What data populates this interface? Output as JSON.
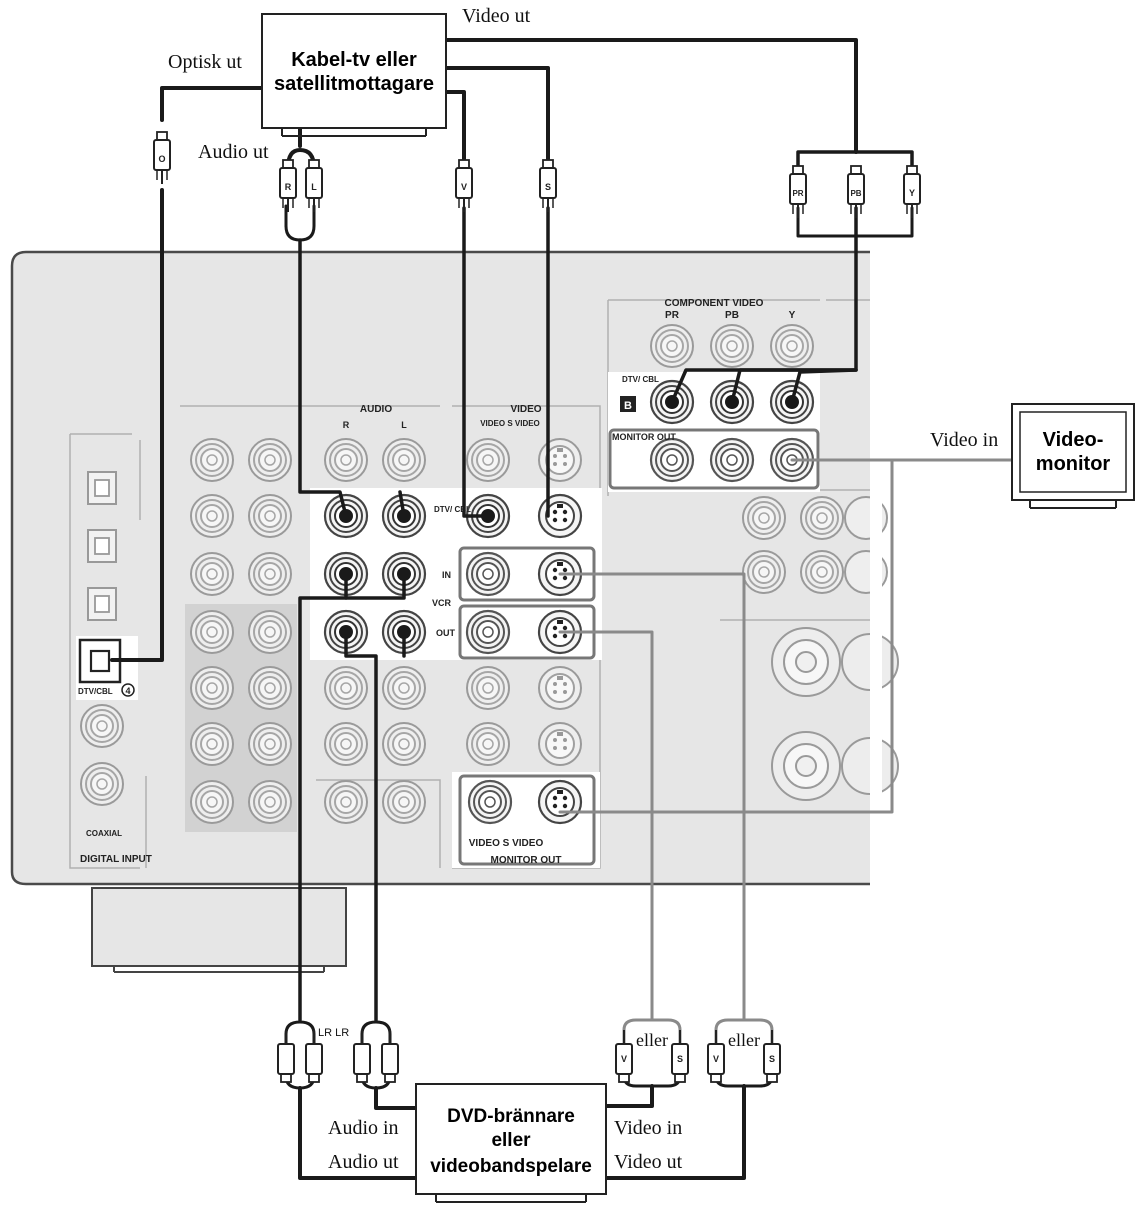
{
  "devices": {
    "source": {
      "line1": "Kabel-tv eller",
      "line2": "satellitmottagare"
    },
    "monitor": {
      "line1": "Video-",
      "line2": "monitor"
    },
    "recorder": {
      "line1": "DVD-brännare",
      "line2": "eller",
      "line3": "videobandspelare"
    }
  },
  "labels": {
    "video_out_top": "Video ut",
    "optical_out": "Optisk ut",
    "audio_out_top": "Audio ut",
    "video_in_monitor": "Video in",
    "audio_in_bottom": "Audio in",
    "audio_out_bottom": "Audio ut",
    "video_in_bottom": "Video in",
    "video_out_bottom": "Video ut",
    "eller": "eller",
    "lr": "LR LR"
  },
  "plugs": {
    "optical": "O",
    "right": "R",
    "left": "L",
    "video": "V",
    "svideo": "S",
    "pr": "PR",
    "pb": "PB",
    "y": "Y"
  },
  "panel": {
    "component_video": "COMPONENT VIDEO",
    "pr": "PR",
    "pb": "PB",
    "y": "Y",
    "dtv_cbl": "DTV/ CBL",
    "b_mark": "B",
    "monitor_out": "MONITOR OUT",
    "audio": "AUDIO",
    "audio_r": "R",
    "audio_l": "L",
    "video": "VIDEO",
    "video_svideo": "VIDEO S VIDEO",
    "dtv_cbl_row": "DTV/ CBL",
    "in": "IN",
    "vcr": "VCR",
    "out": "OUT",
    "coaxial": "COAXIAL",
    "digital_input": "DIGITAL INPUT",
    "optical_label": "DTV/CBL",
    "optical_num": "4",
    "monitor_out_bottom_top": "VIDEO S VIDEO",
    "monitor_out_bottom": "MONITOR OUT"
  },
  "colors": {
    "panel": "#e4e4e4",
    "cable_dark": "#1a1a1a",
    "cable_gray": "#8a8a8a",
    "highlight": "#ffffff"
  }
}
